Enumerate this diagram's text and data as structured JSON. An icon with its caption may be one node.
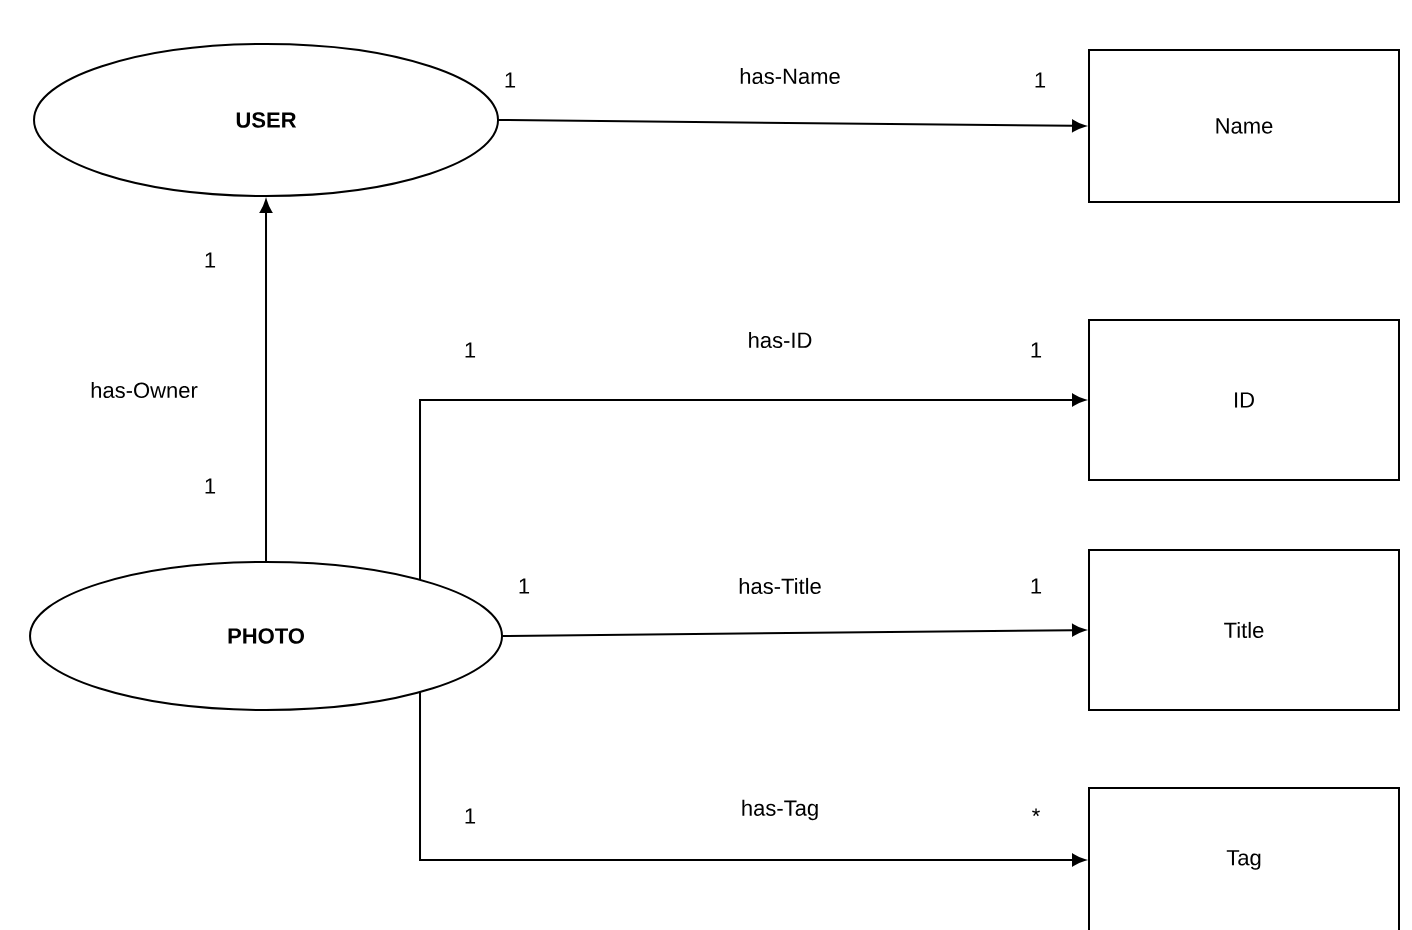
{
  "diagram": {
    "nodes": [
      {
        "text": [
          "USER"
        ]
      },
      {
        "text": [
          "PHOTO"
        ]
      },
      {
        "text": [
          "Name"
        ]
      },
      {
        "text": [
          "ID"
        ]
      },
      {
        "text": [
          "Title"
        ]
      },
      {
        "text": [
          "Tag"
        ]
      }
    ],
    "edges": [
      {
        "from": 0,
        "to": 2,
        "arrow": "to",
        "label": "has-Name"
      },
      {
        "from": 1,
        "to": 0,
        "arrow": "to",
        "label": "has-Owner"
      },
      {
        "from": 1,
        "to": 3,
        "arrow": "to",
        "label": "has-ID"
      },
      {
        "from": 1,
        "to": 4,
        "arrow": "to",
        "label": "has-Title"
      },
      {
        "from": 1,
        "to": 5,
        "arrow": "to",
        "label": "has-Tag"
      }
    ],
    "labels": [
      "1",
      "1",
      "1",
      "1",
      "1",
      "1",
      "1",
      "1",
      "1",
      "*"
    ]
  }
}
